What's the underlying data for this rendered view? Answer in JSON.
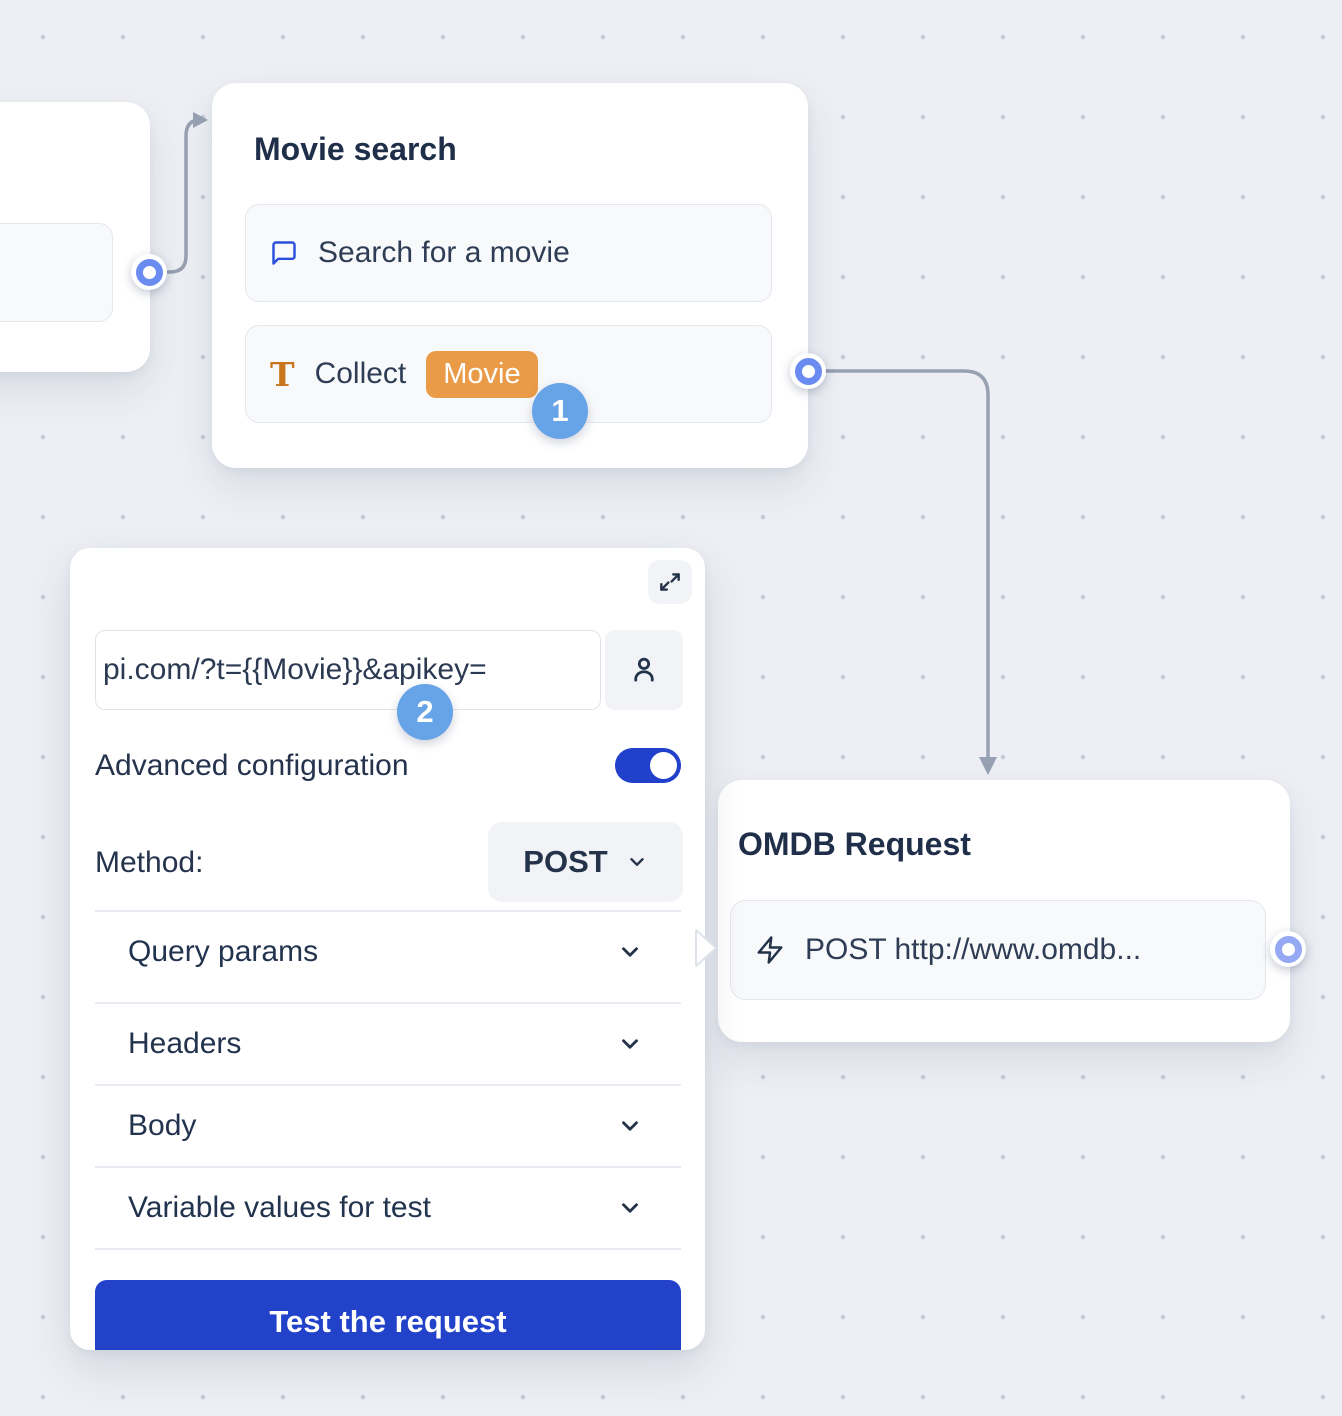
{
  "colors": {
    "background": "#EDEFF4",
    "grid_dot": "#C5CBDA",
    "card": "#FFFFFF",
    "item_bg": "#F8F9FB",
    "item_border": "#E4E7EE",
    "text_dark": "#25334D",
    "accent_blue": "#2B50DD",
    "royal_blue": "#2242C9",
    "orange_badge": "#EA9B47",
    "orange_icon": "#C9741F",
    "step_badge_blue": "#67A4E7",
    "connector_gray": "#98A1B2",
    "port_blue": "#6A8CF1"
  },
  "nodes": {
    "movie_search": {
      "title": "Movie search",
      "items": [
        {
          "icon": "chat-bubble-icon",
          "label": "Search for a movie"
        },
        {
          "icon": "text-field-icon",
          "label": "Collect",
          "variable_badge": "Movie"
        }
      ]
    },
    "omdb_request": {
      "title": "OMDB Request",
      "items": [
        {
          "icon": "lightning-icon",
          "label": "POST http://www.omdb..."
        }
      ]
    }
  },
  "annotations": {
    "step_1": "1",
    "step_2": "2"
  },
  "webhook_panel": {
    "icons": [
      "expand-icon",
      "person-icon"
    ],
    "url_input": {
      "value": "pi.com/?t={{Movie}}&apikey="
    },
    "advanced_configuration_label": "Advanced configuration",
    "advanced_configuration_enabled": true,
    "method_label": "Method:",
    "method_value": "POST",
    "sections": [
      {
        "label": "Query params"
      },
      {
        "label": "Headers"
      },
      {
        "label": "Body"
      },
      {
        "label": "Variable values for test"
      }
    ],
    "test_button_label": "Test the request"
  }
}
